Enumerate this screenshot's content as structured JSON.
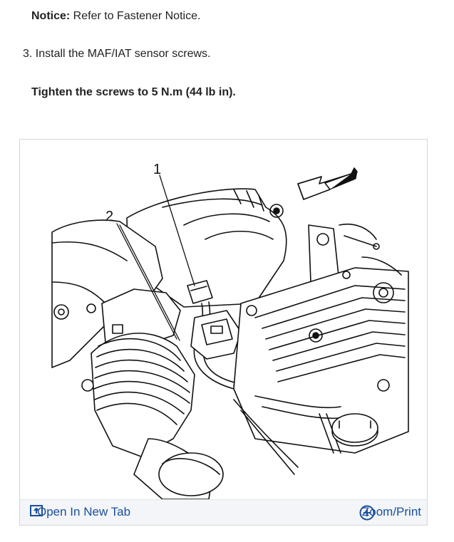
{
  "notice": {
    "label": "Notice:",
    "text": " Refer to Fastener Notice."
  },
  "step": {
    "number": "3.",
    "text": "Install the MAF/IAT sensor screws."
  },
  "torque": {
    "text": "Tighten the screws to 5 N.m (44 lb in)."
  },
  "figure": {
    "callouts": [
      "1",
      "2"
    ],
    "actions": {
      "open_tab": "Open In New Tab",
      "zoom_print": "Zoom/Print"
    },
    "colors": {
      "link": "#1a4f9c",
      "bar": "#f3f5f8"
    },
    "icons": {
      "open_tab": "open-in-new-tab-icon",
      "zoom": "zoom-plus-icon"
    }
  }
}
